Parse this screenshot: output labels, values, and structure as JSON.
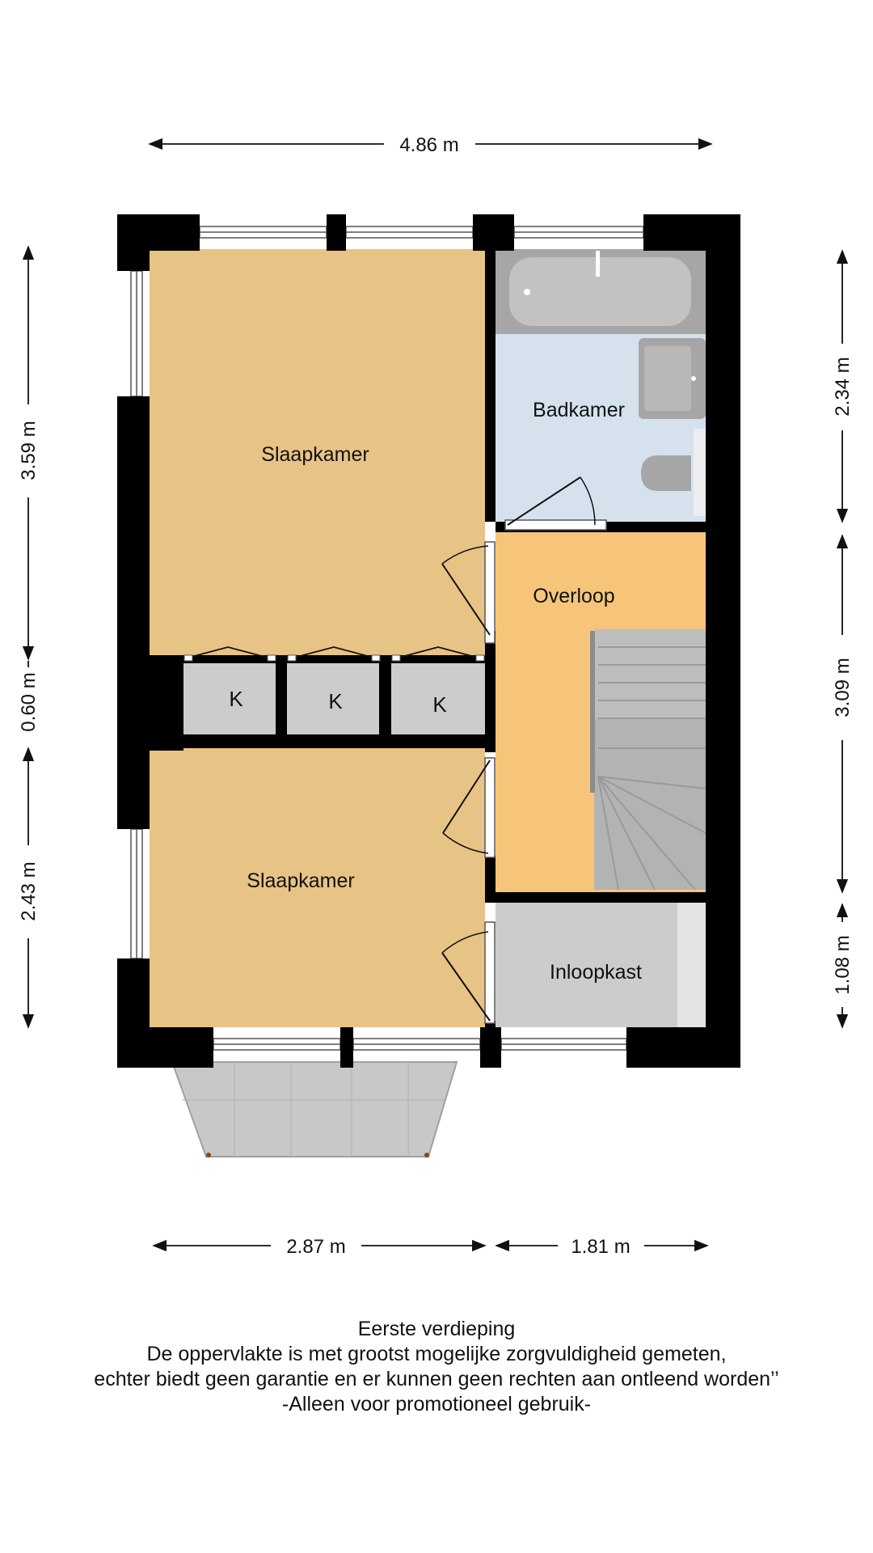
{
  "rooms": {
    "bedroom_top": "Slaapkamer",
    "bathroom": "Badkamer",
    "landing": "Overloop",
    "bedroom_bottom": "Slaapkamer",
    "walk_in_closet": "Inloopkast",
    "closet_1": "K",
    "closet_2": "K",
    "closet_3": "K"
  },
  "dimensions": {
    "top_width": "4.86 m",
    "left_top": "3.59 m",
    "left_middle": "0.60 m",
    "left_bottom": "2.43 m",
    "right_top": "2.34 m",
    "right_middle": "3.09 m",
    "right_bottom": "1.08 m",
    "bottom_left": "2.87 m",
    "bottom_right": "1.81 m"
  },
  "caption": {
    "line1": "Eerste verdieping",
    "line2": "De oppervlakte is met grootst mogelijke zorgvuldigheid gemeten,",
    "line3": "echter biedt geen garantie en er kunnen geen rechten aan ontleend worden’’",
    "line4": "-Alleen voor promotioneel gebruik-"
  },
  "colors": {
    "bedroom": "#E8C386",
    "landing": "#F6C57A",
    "bathroom": "#D5E2EE",
    "closet": "#CCCCCC",
    "wall": "#000000",
    "fixture": "#A6A6A6"
  }
}
